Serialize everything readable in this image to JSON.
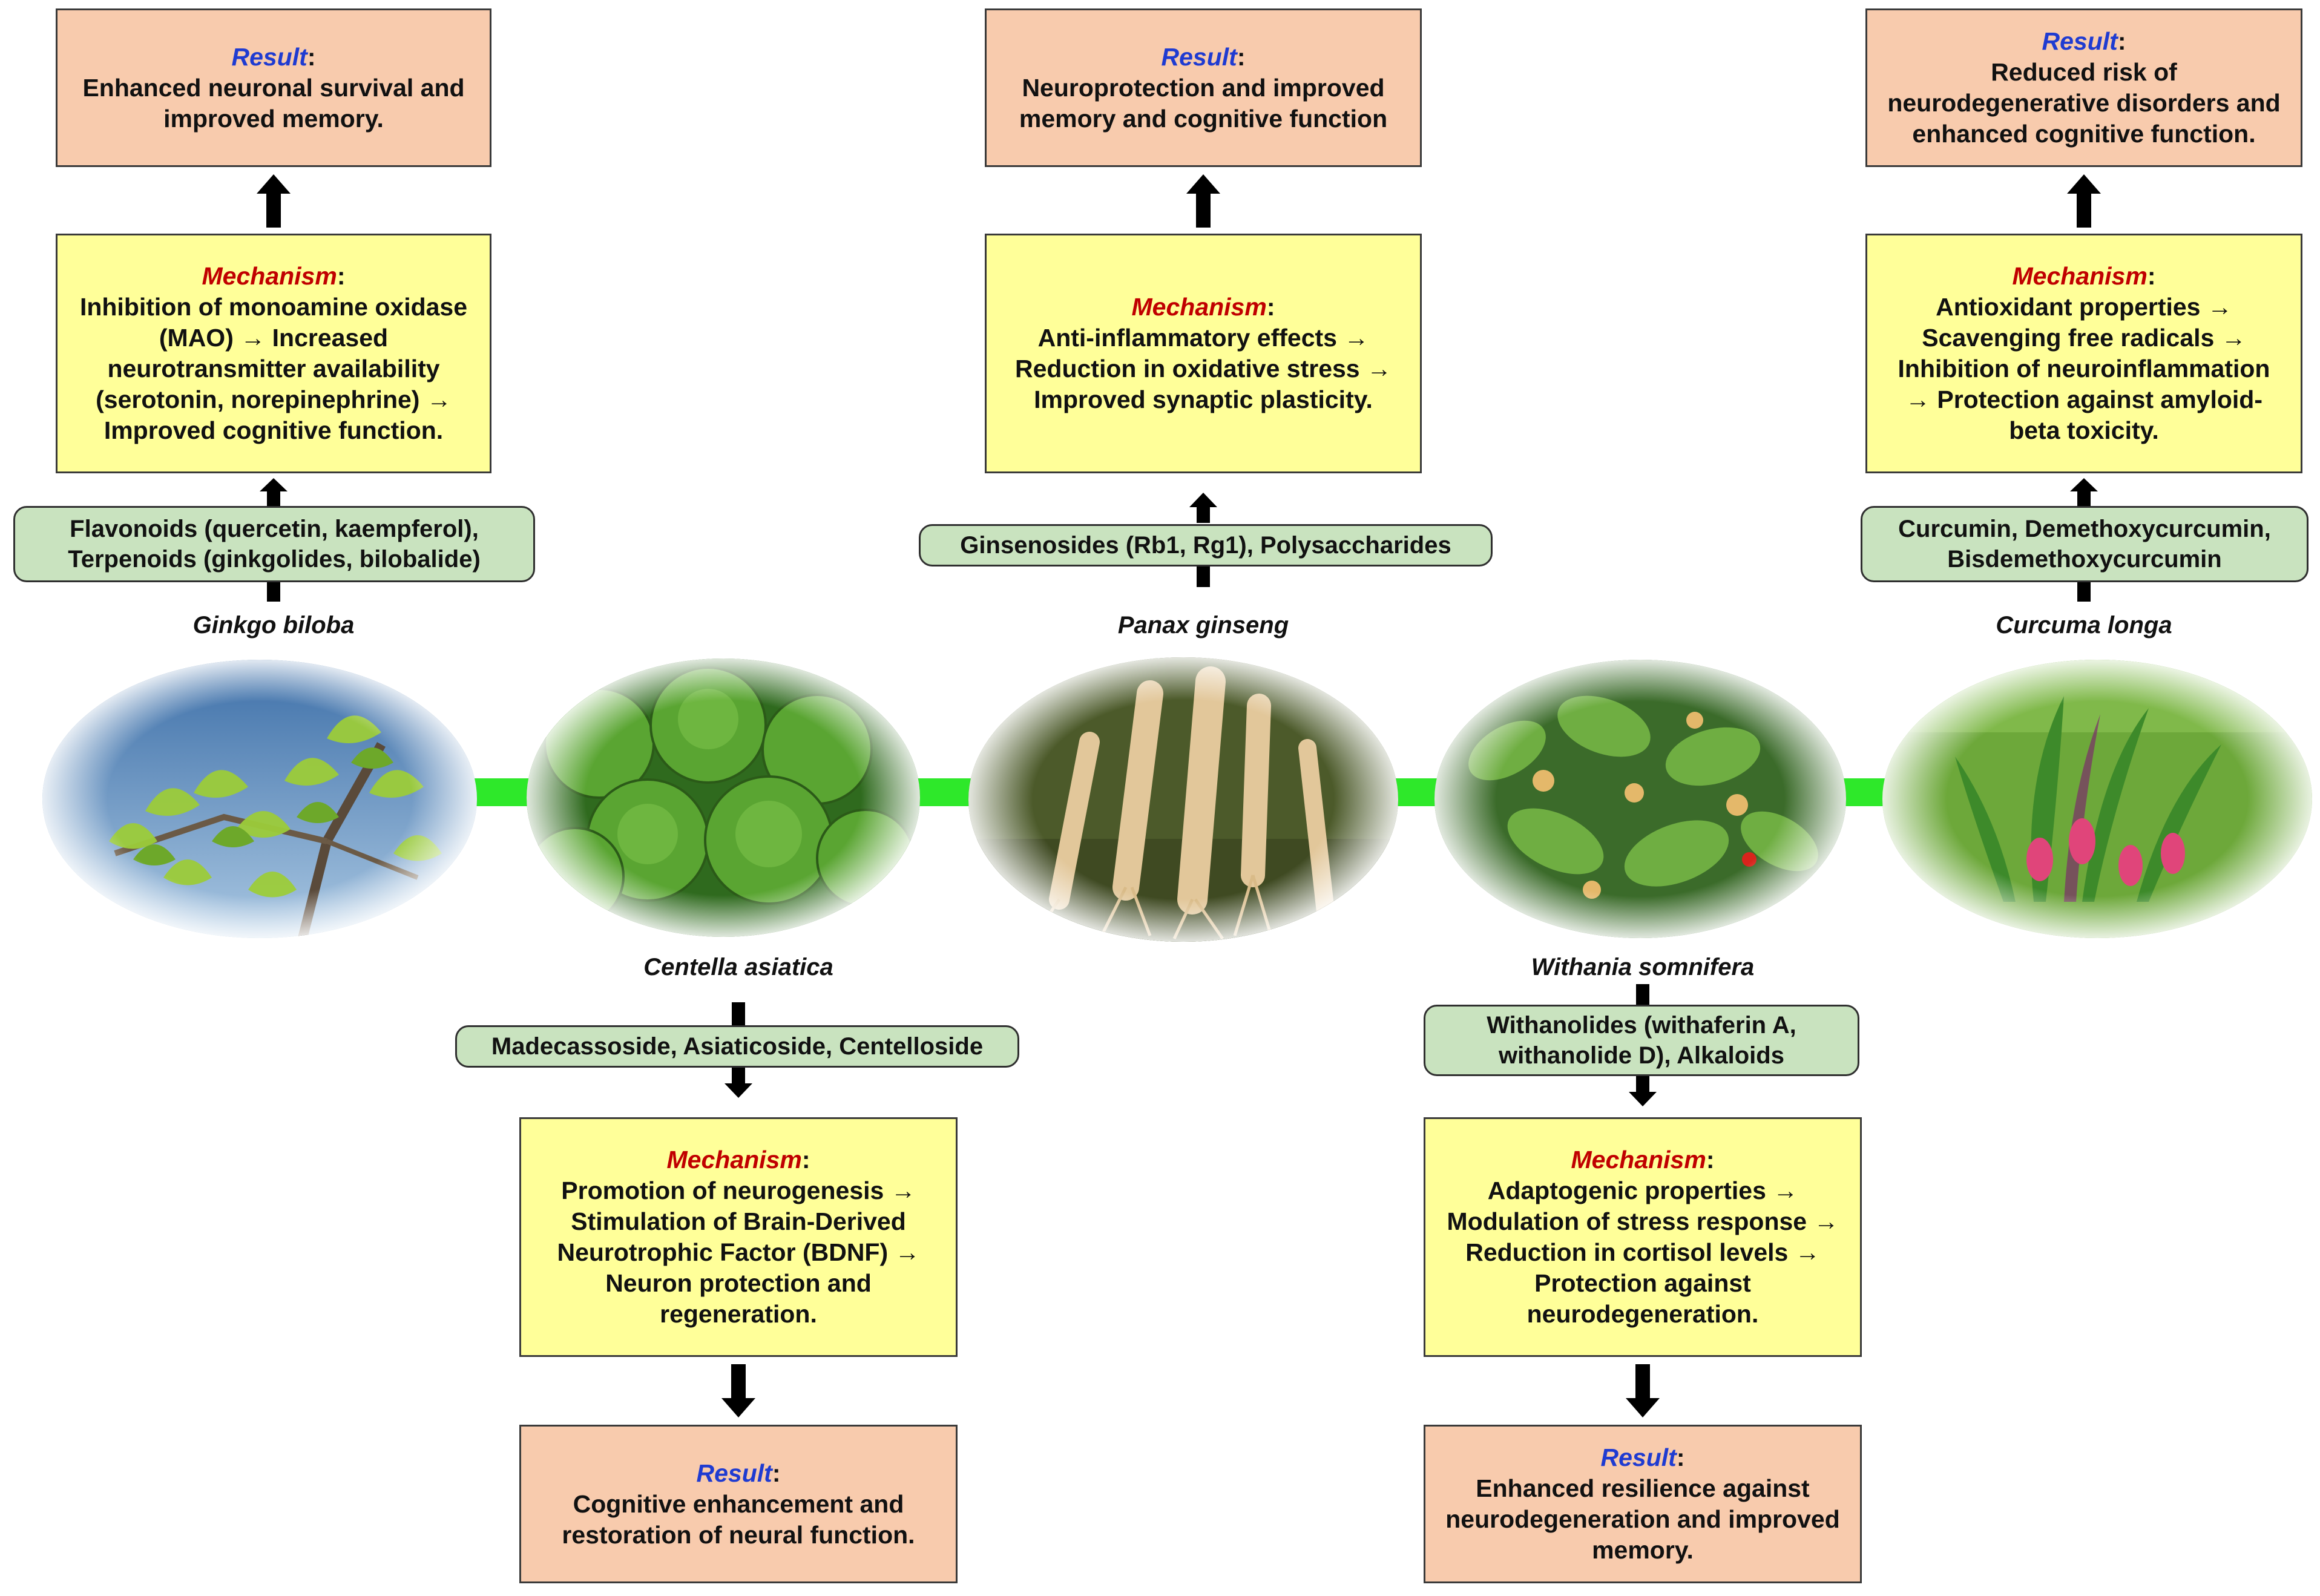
{
  "labels": {
    "result": "Result",
    "mechanism": "Mechanism",
    "colon": ":"
  },
  "ginkgo": {
    "name": "Ginkgo biloba",
    "compounds": [
      "Flavonoids (quercetin, kaempferol),",
      "Terpenoids (ginkgolides, bilobalide)"
    ],
    "mechanism": [
      "Inhibition of monoamine oxidase",
      "(MAO) → Increased",
      "neurotransmitter availability",
      "(serotonin, norepinephrine) →",
      "Improved cognitive function."
    ],
    "result": [
      "Enhanced neuronal survival and",
      "improved memory."
    ]
  },
  "ginseng": {
    "name": "Panax ginseng",
    "compounds": [
      "Ginsenosides (Rb1, Rg1), Polysaccharides"
    ],
    "mechanism": [
      "Anti-inflammatory effects →",
      "Reduction in oxidative stress →",
      "Improved synaptic plasticity."
    ],
    "result": [
      "Neuroprotection and improved",
      "memory and cognitive function"
    ]
  },
  "curcuma": {
    "name": "Curcuma longa",
    "compounds": [
      "Curcumin, Demethoxycurcumin,",
      "Bisdemethoxycurcumin"
    ],
    "mechanism": [
      "Antioxidant properties →",
      "Scavenging free radicals →",
      "Inhibition of neuroinflammation",
      "→ Protection against amyloid-",
      "beta toxicity."
    ],
    "result": [
      "Reduced risk of",
      "neurodegenerative disorders and",
      "enhanced cognitive function."
    ]
  },
  "centella": {
    "name": "Centella asiatica",
    "compounds": [
      "Madecassoside, Asiaticoside, Centelloside"
    ],
    "mechanism": [
      "Promotion of neurogenesis →",
      "Stimulation of Brain-Derived",
      "Neurotrophic Factor (BDNF) →",
      "Neuron protection and",
      "regeneration."
    ],
    "result": [
      "Cognitive enhancement and",
      "restoration of neural function."
    ]
  },
  "withania": {
    "name": "Withania somnifera",
    "compounds": [
      "Withanolides (withaferin A,",
      "withanolide D), Alkaloids"
    ],
    "mechanism": [
      "Adaptogenic properties →",
      "Modulation of stress response →",
      "Reduction in cortisol levels →",
      "Protection against",
      "neurodegeneration."
    ],
    "result": [
      "Enhanced resilience against",
      "neurodegeneration and improved",
      "memory."
    ]
  },
  "colors": {
    "result_bg": "#f8cbad",
    "mechanism_bg": "#ffff99",
    "compound_bg": "#c9e3bf",
    "result_label": "#1f3bd1",
    "mechanism_label": "#c00000",
    "connector": "#2ee82a"
  }
}
